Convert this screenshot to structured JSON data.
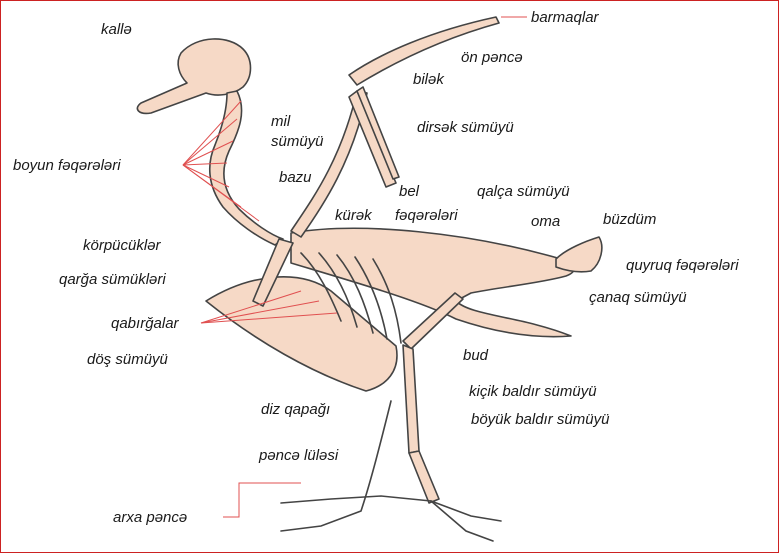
{
  "colors": {
    "border": "#cc2222",
    "leader": "#e05050",
    "bone_fill": "#f6d9c6",
    "bone_stroke": "#444444",
    "text": "#1a1a1a"
  },
  "labels": {
    "kalle": "kallə",
    "barmaqlar": "barmaqlar",
    "on_pence": "ön pəncə",
    "bilek": "bilək",
    "mil_1": "mil",
    "mil_2": "sümüyü",
    "dirsek": "dirsək sümüyü",
    "boyun": "boyun fəqərələri",
    "bazu": "bazu",
    "bel_1": "bel",
    "bel_2": "fəqərələri",
    "qalca": "qalça sümüyü",
    "kurek": "kürək",
    "oma": "oma",
    "buzdum": "büzdüm",
    "korpucukler": "körpücüklər",
    "quyruq": "quyruq fəqərələri",
    "qarga": "qarğa sümükləri",
    "canaq": "çanaq sümüyü",
    "qabirgalar": "qabırğalar",
    "bud": "bud",
    "dos": "döş sümüyü",
    "kicik": "kiçik baldır sümüyü",
    "diz": "diz qapağı",
    "boyuk": "böyük baldır sümüyü",
    "pence_lulesi": "pəncə lüləsi",
    "arxa": "arxa pəncə"
  }
}
